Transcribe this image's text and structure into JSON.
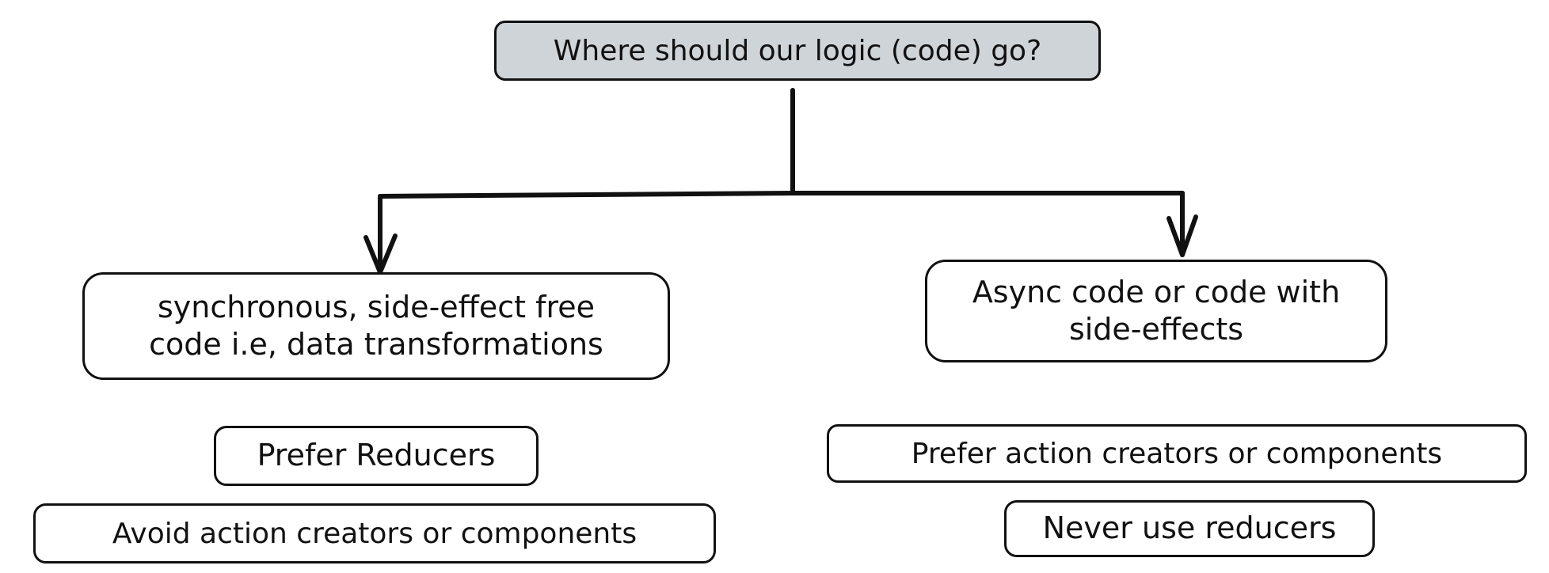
{
  "diagram": {
    "root": {
      "label": "Where should our logic (code) go?",
      "fill_color": "#cfd4d9"
    },
    "branches": [
      {
        "label_line1": "synchronous, side-effect free",
        "label_line2": "code i.e, data transformations",
        "notes": [
          "Prefer Reducers",
          "Avoid action creators or components"
        ]
      },
      {
        "label_line1": "Async code or code with",
        "label_line2": "side-effects",
        "notes": [
          "Prefer action creators or components",
          "Never use reducers"
        ]
      }
    ],
    "stroke_color": "#111111"
  }
}
